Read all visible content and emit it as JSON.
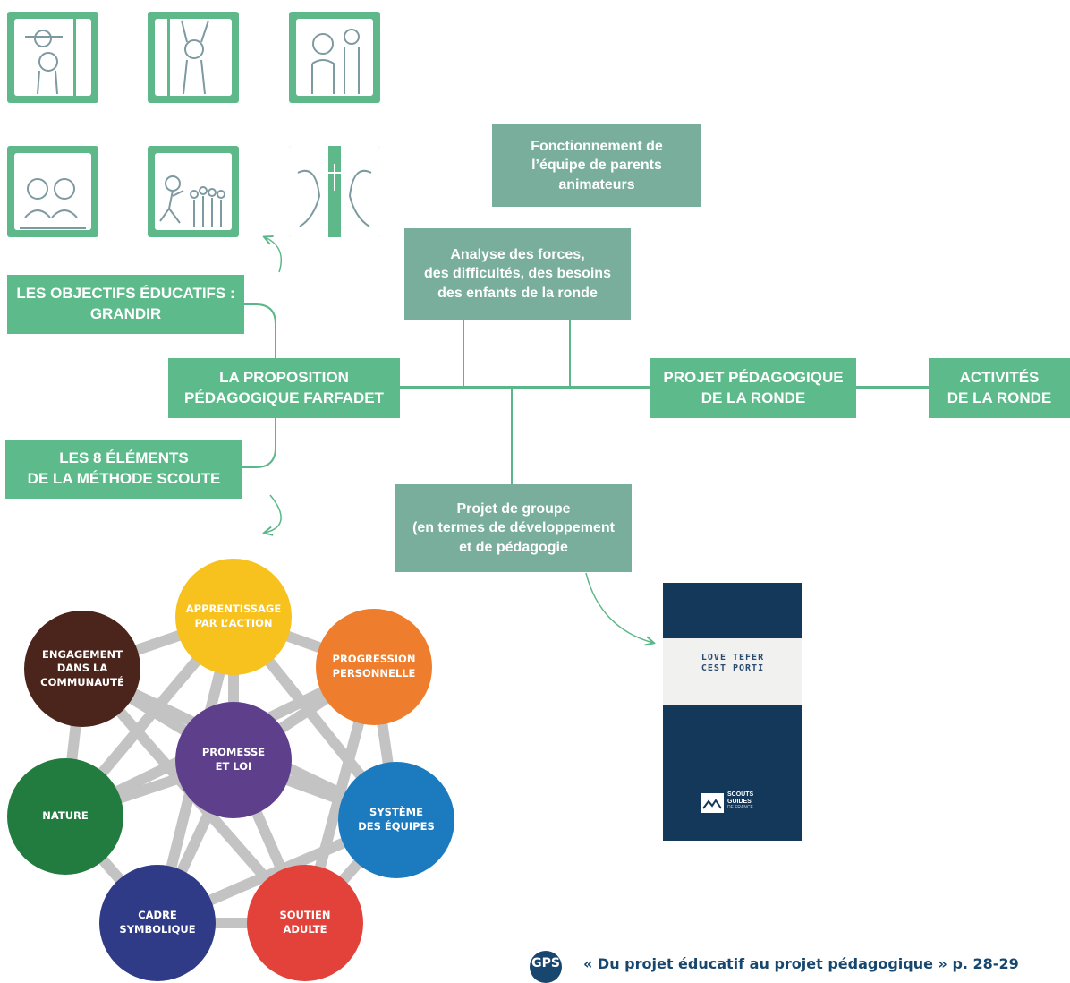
{
  "diagram": {
    "objectives_box": [
      "LES OBJECTIFS ÉDUCATIFS :",
      "GRANDIR"
    ],
    "proposition_box": [
      "LA PROPOSITION",
      "PÉDAGOGIQUE FARFADET"
    ],
    "method_box": [
      "LES 8 ÉLÉMENTS",
      "DE LA MÉTHODE SCOUTE"
    ],
    "functioning_box": [
      "Fonctionnement de",
      "l’équipe de parents",
      "animateurs"
    ],
    "analysis_box": [
      "Analyse des forces,",
      "des difficultés, des besoins",
      "des enfants de la ronde"
    ],
    "project_box": [
      "PROJET PÉDAGOGIQUE",
      "DE LA RONDE"
    ],
    "activities_box": [
      "ACTIVITÉS",
      "DE LA RONDE"
    ],
    "group_project_box": [
      "Projet de groupe",
      "(en termes de développement",
      "et de pédagogie"
    ]
  },
  "method_elements": [
    {
      "label": [
        "APPRENTISSAGE",
        "PAR L’ACTION"
      ],
      "color": "#f7c21e"
    },
    {
      "label": [
        "PROGRESSION",
        "PERSONNELLE"
      ],
      "color": "#ee7e2d"
    },
    {
      "label": [
        "SYSTÈME",
        "DES ÉQUIPES"
      ],
      "color": "#1c7bbf"
    },
    {
      "label": [
        "SOUTIEN",
        "ADULTE"
      ],
      "color": "#e2423a"
    },
    {
      "label": [
        "CADRE",
        "SYMBOLIQUE"
      ],
      "color": "#2f3b86"
    },
    {
      "label": [
        "NATURE"
      ],
      "color": "#237c3f"
    },
    {
      "label": [
        "ENGAGEMENT",
        "DANS LA",
        "COMMUNAUTÉ"
      ],
      "color": "#4b251c"
    },
    {
      "label": [
        "PROMESSE",
        "ET LOI"
      ],
      "color": "#5e3f8c"
    }
  ],
  "booklet": {
    "headline": [
      "LOVE TEFER",
      "CEST PORTI"
    ],
    "brand": [
      "SCOUTS",
      "GUIDES",
      "DE FRANCE"
    ]
  },
  "footer": {
    "badge": "GPS",
    "reference": "« Du projet éducatif au projet pédagogique » p. 28-29"
  },
  "colors": {
    "box_green": "#5dbb8b",
    "box_teal": "#78ae9b",
    "connector": "#5bb789",
    "network": "#c3c3c3",
    "navy": "#17476f"
  },
  "icons": [
    "child-on-shoulders-illustration",
    "child-arms-raised-illustration",
    "children-standing-illustration",
    "children-sitting-illustration",
    "running-child-group-illustration",
    "two-faces-illustration"
  ]
}
